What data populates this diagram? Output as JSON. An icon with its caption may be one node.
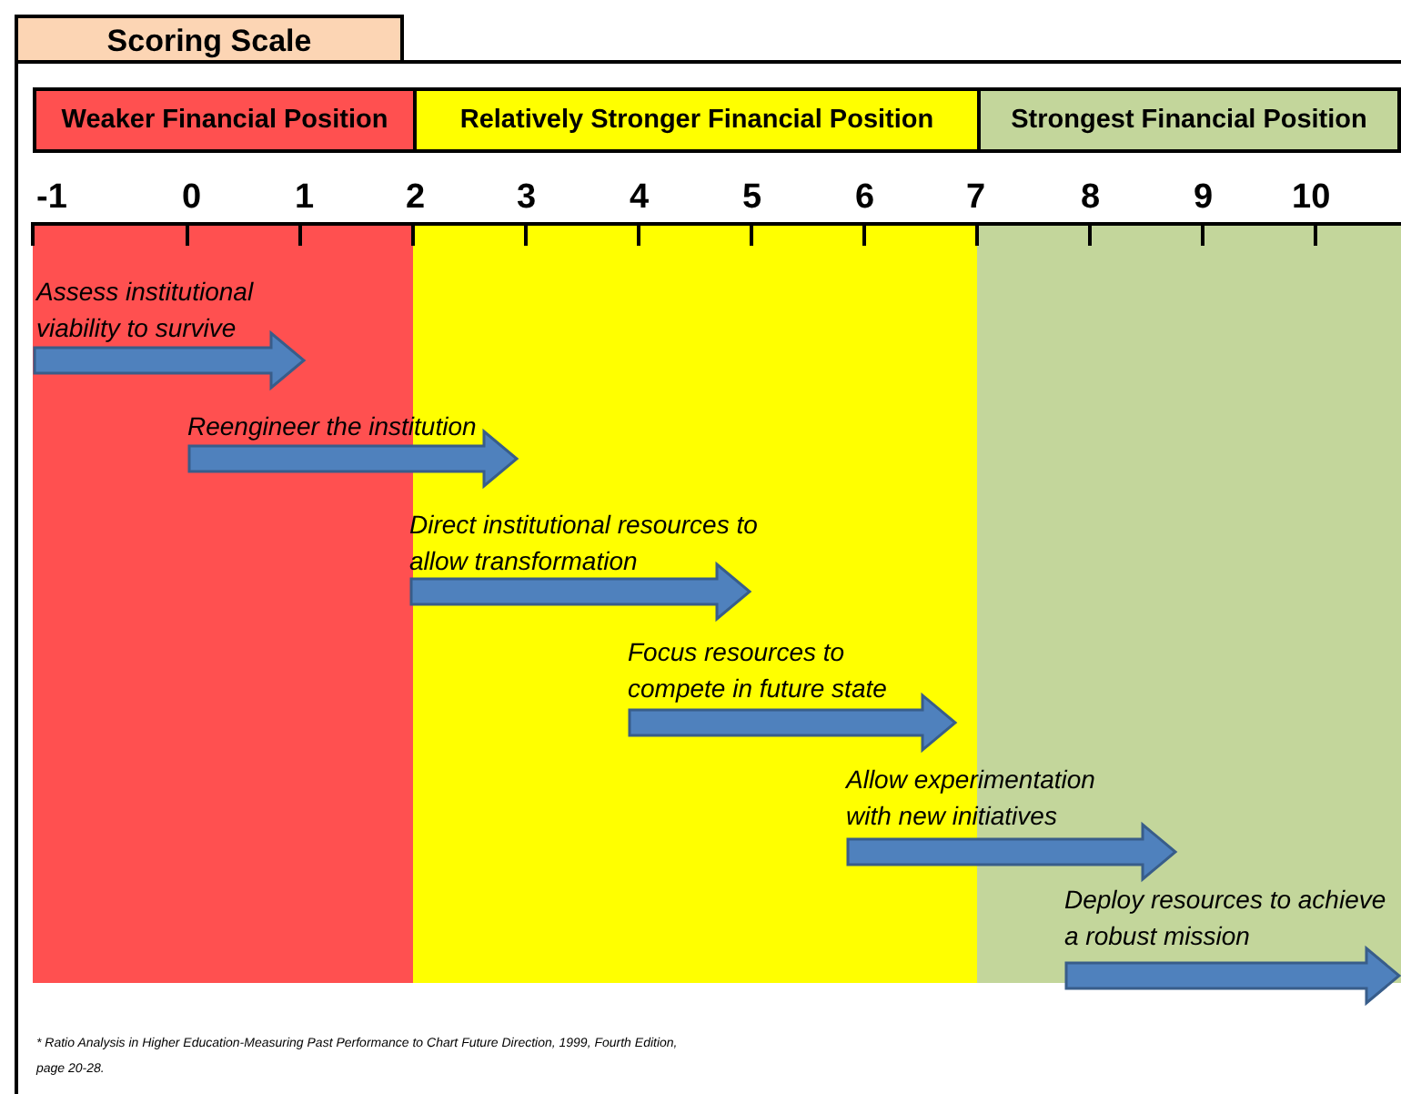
{
  "diagram": {
    "title": "Scoring Scale",
    "nodes": [
      {
        "text": [
          "Weaker Financial Position"
        ]
      },
      {
        "text": [
          "Relatively Stronger Financial Position"
        ]
      },
      {
        "text": [
          "Strongest Financial Position"
        ]
      },
      {
        "text": [],
        "shape": "arrow",
        "beside": [
          "Assess institutional viability to survive"
        ]
      },
      {
        "text": [],
        "shape": "arrow",
        "beside": [
          "Reengineer the institution"
        ]
      },
      {
        "text": [],
        "shape": "arrow",
        "beside": [
          "Direct institutional resources to allow transformation"
        ]
      },
      {
        "text": [],
        "shape": "arrow",
        "beside": [
          "Focus resources to compete in future state"
        ]
      },
      {
        "text": [],
        "shape": "arrow",
        "beside": [
          "Allow experimentation with new initiatives"
        ]
      },
      {
        "text": [],
        "shape": "arrow",
        "beside": [
          "Deploy resources to achieve a robust mission"
        ]
      }
    ],
    "labels": [
      "-1",
      "0",
      "1",
      "2",
      "3",
      "4",
      "5",
      "6",
      "7",
      "8",
      "9",
      "10",
      "* Ratio Analysis in Higher Education-Measuring Past Performance to Chart Future Direction, 1999, Fourth Edition,",
      "page 20-28."
    ]
  }
}
